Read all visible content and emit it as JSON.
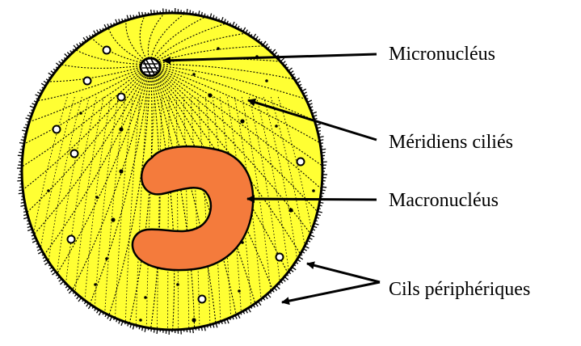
{
  "labels": {
    "micronucleus": "Micronucléus",
    "meridiens": "Méridiens ciliés",
    "macronucleus": "Macronucléus",
    "cils": "Cils périphériques"
  },
  "colors": {
    "cell_fill": "#ffff33",
    "macronucleus_fill": "#f47b3c",
    "outline": "#000000",
    "background": "#ffffff"
  }
}
